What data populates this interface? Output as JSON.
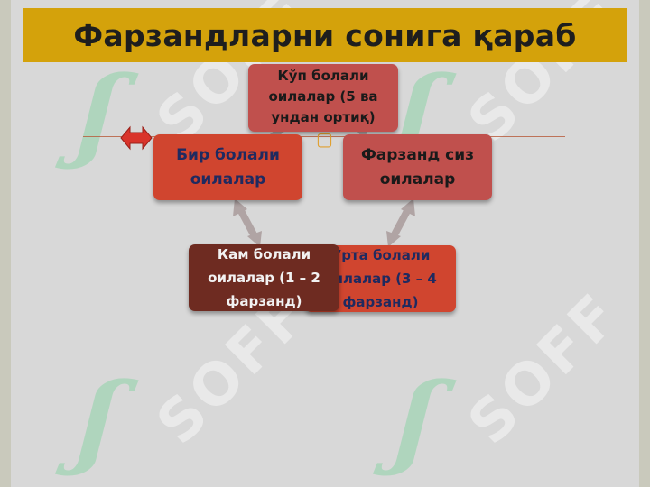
{
  "title": "Фарзандларни сонига қараб",
  "nodes": {
    "top": "Кўп болали\nоилалар (5 ва\nундан ортиқ)",
    "left": "Бир болали\nоилалар",
    "right": "Фарзанд сиз\nоилалар",
    "bottom_right": "Ўрта болали\nоилалар (3 – 4\nфарзанд)",
    "bottom_left": "Кам болали\nоилалар (1 – 2\nфарзанд)"
  },
  "watermark": "SOFF",
  "colors": {
    "title_bar": "#d4a20b",
    "node_red": "#c0504d",
    "node_dark": "#6e2b21",
    "arrow": "#b0a4a4",
    "nav_arrow": "#d9342b"
  },
  "icons": {
    "nav": "double-arrow-icon",
    "placeholder": "square-glyph-icon"
  }
}
